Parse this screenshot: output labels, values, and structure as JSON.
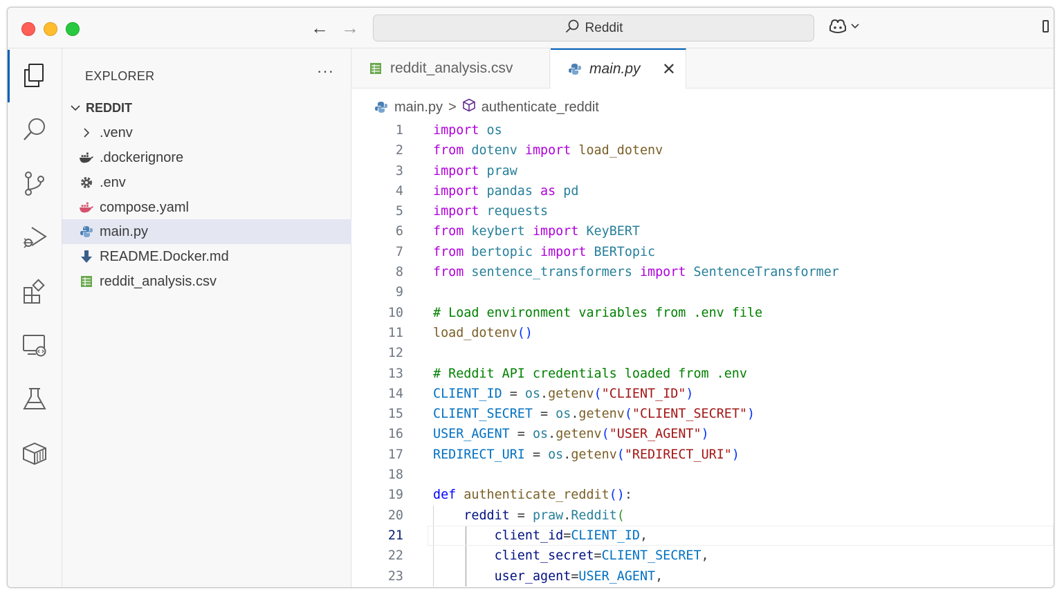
{
  "titlebar": {
    "search_text": "Reddit"
  },
  "colors": {
    "accent": "#005fb8",
    "keyword": "#af00db",
    "string": "#a31515",
    "comment": "#008000",
    "selected_row": "#e4e6f1"
  },
  "activity_bar": {
    "items": [
      "explorer-icon",
      "search-icon",
      "source-control-icon",
      "run-debug-icon",
      "extensions-icon",
      "remote-explorer-icon",
      "testing-icon",
      "containers-icon"
    ]
  },
  "sidebar": {
    "title": "EXPLORER",
    "more_label": "···",
    "root": "REDDIT",
    "items": [
      {
        "label": ".venv",
        "icon": "chevron-right-icon"
      },
      {
        "label": ".dockerignore",
        "icon": "docker-icon"
      },
      {
        "label": ".env",
        "icon": "gear-icon"
      },
      {
        "label": "compose.yaml",
        "icon": "docker-icon"
      },
      {
        "label": "main.py",
        "icon": "python-icon",
        "selected": true
      },
      {
        "label": "README.Docker.md",
        "icon": "download-icon"
      },
      {
        "label": "reddit_analysis.csv",
        "icon": "table-icon"
      }
    ]
  },
  "tabs": [
    {
      "label": "reddit_analysis.csv",
      "icon": "table-icon",
      "active": false
    },
    {
      "label": "main.py",
      "icon": "python-icon",
      "active": true,
      "close": "✕"
    }
  ],
  "breadcrumb": {
    "file": "main.py",
    "separator": ">",
    "symbol": "authenticate_reddit"
  },
  "editor": {
    "current_line": 21,
    "lines": [
      {
        "n": "1",
        "tokens": [
          [
            "kw",
            "import"
          ],
          [
            "txt",
            " "
          ],
          [
            "mod",
            "os"
          ]
        ]
      },
      {
        "n": "2",
        "tokens": [
          [
            "kw",
            "from"
          ],
          [
            "txt",
            " "
          ],
          [
            "mod",
            "dotenv"
          ],
          [
            "txt",
            " "
          ],
          [
            "kw",
            "import"
          ],
          [
            "txt",
            " "
          ],
          [
            "fn",
            "load_dotenv"
          ]
        ]
      },
      {
        "n": "3",
        "tokens": [
          [
            "kw",
            "import"
          ],
          [
            "txt",
            " "
          ],
          [
            "mod",
            "praw"
          ]
        ]
      },
      {
        "n": "4",
        "tokens": [
          [
            "kw",
            "import"
          ],
          [
            "txt",
            " "
          ],
          [
            "mod",
            "pandas"
          ],
          [
            "txt",
            " "
          ],
          [
            "kw",
            "as"
          ],
          [
            "txt",
            " "
          ],
          [
            "mod",
            "pd"
          ]
        ]
      },
      {
        "n": "5",
        "tokens": [
          [
            "kw",
            "import"
          ],
          [
            "txt",
            " "
          ],
          [
            "mod",
            "requests"
          ]
        ]
      },
      {
        "n": "6",
        "tokens": [
          [
            "kw",
            "from"
          ],
          [
            "txt",
            " "
          ],
          [
            "mod",
            "keybert"
          ],
          [
            "txt",
            " "
          ],
          [
            "kw",
            "import"
          ],
          [
            "txt",
            " "
          ],
          [
            "mod",
            "KeyBERT"
          ]
        ]
      },
      {
        "n": "7",
        "tokens": [
          [
            "kw",
            "from"
          ],
          [
            "txt",
            " "
          ],
          [
            "mod",
            "bertopic"
          ],
          [
            "txt",
            " "
          ],
          [
            "kw",
            "import"
          ],
          [
            "txt",
            " "
          ],
          [
            "mod",
            "BERTopic"
          ]
        ]
      },
      {
        "n": "8",
        "tokens": [
          [
            "kw",
            "from"
          ],
          [
            "txt",
            " "
          ],
          [
            "mod",
            "sentence_transformers"
          ],
          [
            "txt",
            " "
          ],
          [
            "kw",
            "import"
          ],
          [
            "txt",
            " "
          ],
          [
            "mod",
            "SentenceTransformer"
          ]
        ]
      },
      {
        "n": "9",
        "tokens": []
      },
      {
        "n": "10",
        "tokens": [
          [
            "cmt",
            "# Load environment variables from .env file"
          ]
        ]
      },
      {
        "n": "11",
        "tokens": [
          [
            "fn",
            "load_dotenv"
          ],
          [
            "par",
            "()"
          ]
        ]
      },
      {
        "n": "12",
        "tokens": []
      },
      {
        "n": "13",
        "tokens": [
          [
            "cmt",
            "# Reddit API credentials loaded from .env"
          ]
        ]
      },
      {
        "n": "14",
        "tokens": [
          [
            "var",
            "CLIENT_ID"
          ],
          [
            "txt",
            " = "
          ],
          [
            "mod",
            "os"
          ],
          [
            "txt",
            "."
          ],
          [
            "fn",
            "getenv"
          ],
          [
            "par",
            "("
          ],
          [
            "str",
            "\"CLIENT_ID\""
          ],
          [
            "par",
            ")"
          ]
        ]
      },
      {
        "n": "15",
        "tokens": [
          [
            "var",
            "CLIENT_SECRET"
          ],
          [
            "txt",
            " = "
          ],
          [
            "mod",
            "os"
          ],
          [
            "txt",
            "."
          ],
          [
            "fn",
            "getenv"
          ],
          [
            "par",
            "("
          ],
          [
            "str",
            "\"CLIENT_SECRET\""
          ],
          [
            "par",
            ")"
          ]
        ]
      },
      {
        "n": "16",
        "tokens": [
          [
            "var",
            "USER_AGENT"
          ],
          [
            "txt",
            " = "
          ],
          [
            "mod",
            "os"
          ],
          [
            "txt",
            "."
          ],
          [
            "fn",
            "getenv"
          ],
          [
            "par",
            "("
          ],
          [
            "str",
            "\"USER_AGENT\""
          ],
          [
            "par",
            ")"
          ]
        ]
      },
      {
        "n": "17",
        "tokens": [
          [
            "var",
            "REDIRECT_URI"
          ],
          [
            "txt",
            " = "
          ],
          [
            "mod",
            "os"
          ],
          [
            "txt",
            "."
          ],
          [
            "fn",
            "getenv"
          ],
          [
            "par",
            "("
          ],
          [
            "str",
            "\"REDIRECT_URI\""
          ],
          [
            "par",
            ")"
          ]
        ]
      },
      {
        "n": "18",
        "tokens": []
      },
      {
        "n": "19",
        "tokens": [
          [
            "kw2",
            "def"
          ],
          [
            "txt",
            " "
          ],
          [
            "fn",
            "authenticate_reddit"
          ],
          [
            "par",
            "()"
          ],
          [
            "txt",
            ":"
          ]
        ]
      },
      {
        "n": "20",
        "tokens": [
          [
            "txt",
            "    "
          ],
          [
            "var2",
            "reddit"
          ],
          [
            "txt",
            " = "
          ],
          [
            "mod",
            "praw"
          ],
          [
            "txt",
            "."
          ],
          [
            "mod",
            "Reddit"
          ],
          [
            "par2",
            "("
          ]
        ]
      },
      {
        "n": "21",
        "tokens": [
          [
            "txt",
            "        "
          ],
          [
            "var2",
            "client_id"
          ],
          [
            "txt",
            "="
          ],
          [
            "var",
            "CLIENT_ID"
          ],
          [
            "txt",
            ","
          ]
        ]
      },
      {
        "n": "22",
        "tokens": [
          [
            "txt",
            "        "
          ],
          [
            "var2",
            "client_secret"
          ],
          [
            "txt",
            "="
          ],
          [
            "var",
            "CLIENT_SECRET"
          ],
          [
            "txt",
            ","
          ]
        ]
      },
      {
        "n": "23",
        "tokens": [
          [
            "txt",
            "        "
          ],
          [
            "var2",
            "user_agent"
          ],
          [
            "txt",
            "="
          ],
          [
            "var",
            "USER_AGENT"
          ],
          [
            "txt",
            ","
          ]
        ]
      }
    ]
  }
}
